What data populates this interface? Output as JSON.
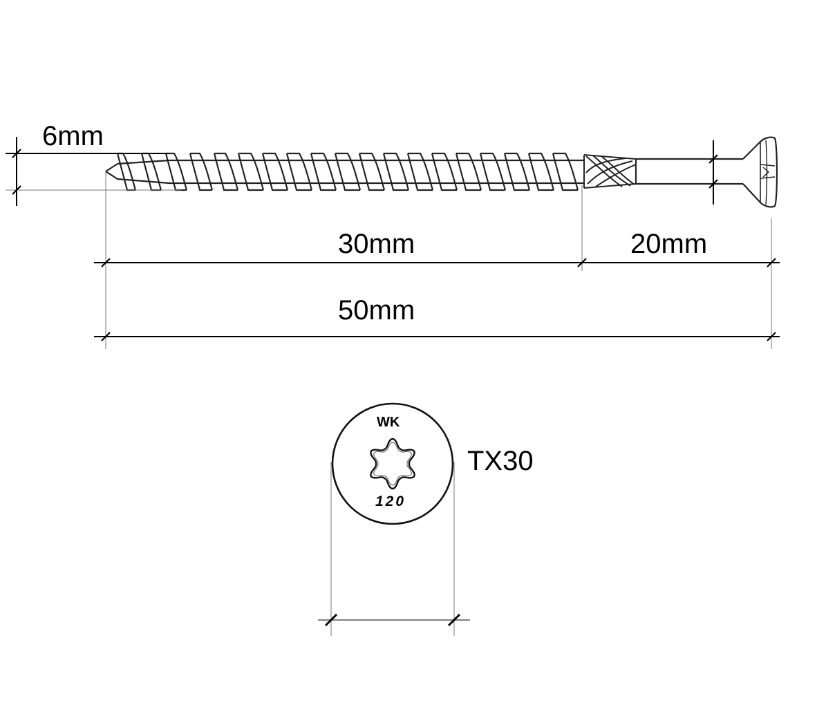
{
  "dimensions": {
    "diameter": "6mm",
    "thread_length": "30mm",
    "shank_length": "20mm",
    "total_length": "50mm"
  },
  "head": {
    "marking_top": "WK",
    "marking_bottom": "120",
    "drive": "TX30"
  },
  "thread": {
    "turns": 19
  }
}
